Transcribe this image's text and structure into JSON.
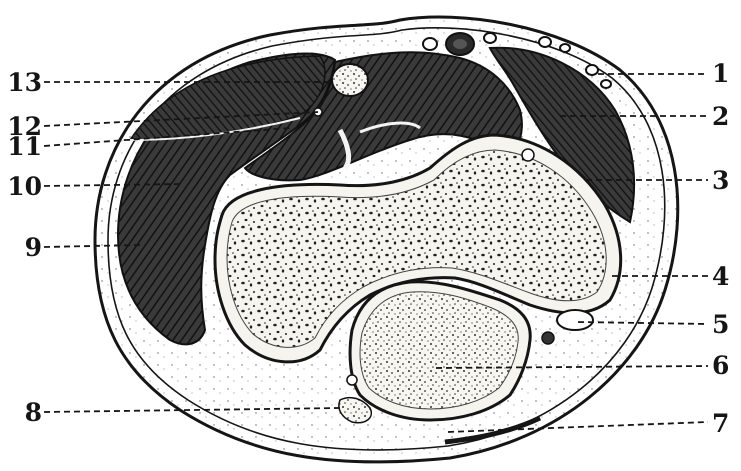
{
  "figure": {
    "colors": {
      "ink": "#151515",
      "muscle": "#3a3a3a",
      "bone_fill": "#f6f4ee",
      "background": "#ffffff"
    },
    "labels_right": [
      {
        "id": "label-1",
        "text": "1"
      },
      {
        "id": "label-2",
        "text": "2"
      },
      {
        "id": "label-3",
        "text": "3"
      },
      {
        "id": "label-4",
        "text": "4"
      },
      {
        "id": "label-5",
        "text": "5"
      },
      {
        "id": "label-6",
        "text": "6"
      },
      {
        "id": "label-7",
        "text": "7"
      }
    ],
    "labels_left": [
      {
        "id": "label-13",
        "text": "13"
      },
      {
        "id": "label-12",
        "text": "12"
      },
      {
        "id": "label-11",
        "text": "11"
      },
      {
        "id": "label-10",
        "text": "10"
      },
      {
        "id": "label-9",
        "text": "9"
      },
      {
        "id": "label-8",
        "text": "8"
      }
    ]
  }
}
